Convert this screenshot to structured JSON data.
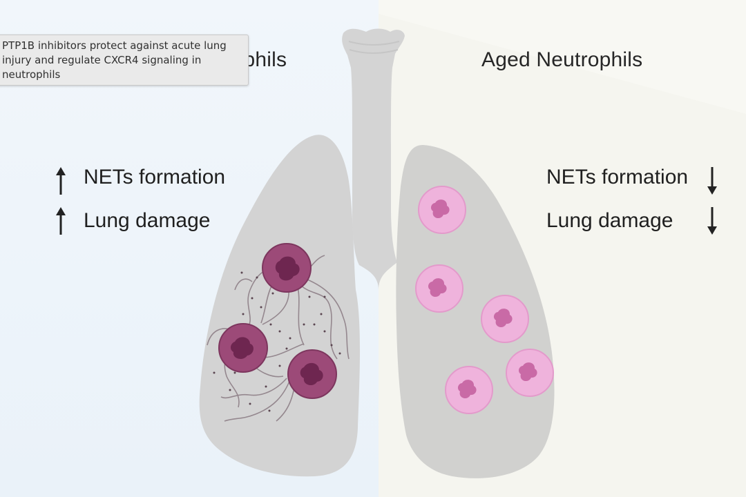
{
  "tooltip": {
    "lines": [
      "PTP1B inhibitors protect against acute lung",
      "injury and regulate CXCR4 signaling in",
      "neutrophils"
    ]
  },
  "figure": {
    "left_title": "utrophils",
    "right_title": "Aged Neutrophils",
    "left_labels": {
      "nets": "NETs formation",
      "damage": "Lung damage",
      "direction": "up"
    },
    "right_labels": {
      "nets": "NETs formation",
      "damage": "Lung damage",
      "direction": "down"
    }
  },
  "colors": {
    "lung": "#d2d2d2",
    "activated_neutrophil": "#9c4a78",
    "activated_nucleus": "#6e2650",
    "aged_neutrophil": "#efb3dc",
    "aged_nucleus": "#c96aa6"
  }
}
